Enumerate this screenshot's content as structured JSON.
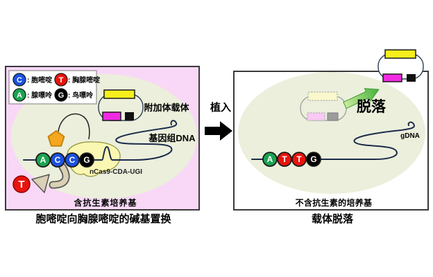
{
  "legend": {
    "items": [
      {
        "letter": "C",
        "label": ": 胞嘧啶",
        "color": "#1D52E0"
      },
      {
        "letter": "T",
        "label": ": 胸腺嘧啶",
        "color": "#E8140C"
      },
      {
        "letter": "A",
        "label": ": 腺嘌呤",
        "color": "#1CA351"
      },
      {
        "letter": "G",
        "label": ": 鸟嘌呤",
        "color": "#000000"
      }
    ]
  },
  "left_panel": {
    "vector_label": "附加体载体",
    "genome_label": "基因组DNA",
    "protein_label": "nCas9-CDA-UGI",
    "medium_label": "含抗生素培养基",
    "caption": "胞嘧啶向胸腺嘧啶的碱基置换",
    "bases": [
      {
        "letter": "A",
        "color": "#1CA351"
      },
      {
        "letter": "C",
        "color": "#1D52E0"
      },
      {
        "letter": "C",
        "color": "#1D52E0"
      },
      {
        "letter": "G",
        "color": "#000000"
      }
    ],
    "released_base": {
      "letter": "T",
      "color": "#E8140C"
    }
  },
  "transition": {
    "label": "植入"
  },
  "right_panel": {
    "shed_label": "脱落",
    "genome_label": "gDNA",
    "medium_label": "不含抗生素的培养基",
    "caption": "载体脱落",
    "bases": [
      {
        "letter": "A",
        "color": "#1CA351"
      },
      {
        "letter": "T",
        "color": "#E8140C"
      },
      {
        "letter": "T",
        "color": "#E8140C"
      },
      {
        "letter": "G",
        "color": "#000000"
      }
    ]
  },
  "colors": {
    "left_panel_bg": "#F8D8F6",
    "cell_fill": "#EBEFDB",
    "cell_border": "#2BA648",
    "vector_yellow": "#F7EF1C",
    "vector_magenta": "#F02BE2",
    "pentagon_orange": "#F5A81F",
    "protein_fill": "#FAF7B3",
    "shed_arrow_green": "#43B03A",
    "dna_line": "#1B2A4A"
  }
}
